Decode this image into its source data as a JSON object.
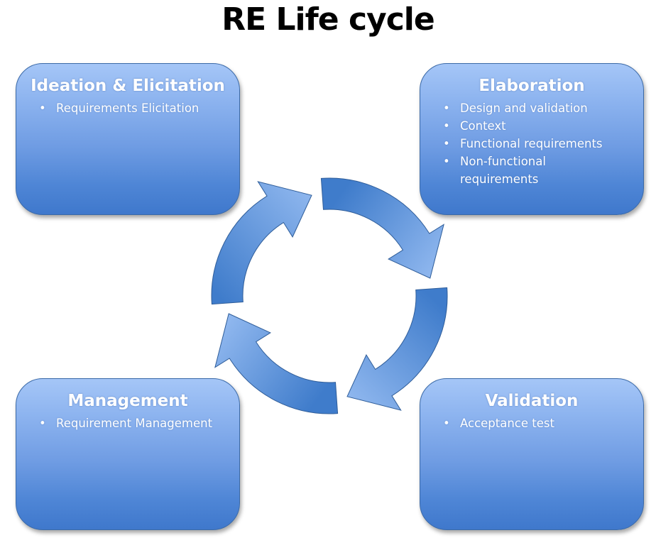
{
  "title": "RE Life cycle",
  "phases": [
    {
      "title": "Ideation & Elicitation",
      "items": [
        "Requirements Elicitation"
      ]
    },
    {
      "title": "Elaboration",
      "items": [
        "Design and validation",
        "Context",
        "Functional requirements",
        "Non-functional requirements"
      ]
    },
    {
      "title": "Management",
      "items": [
        "Requirement Management"
      ]
    },
    {
      "title": "Validation",
      "items": [
        "Acceptance test"
      ]
    }
  ],
  "cycle": {
    "arrow_count": 4,
    "direction": "clockwise",
    "colors": {
      "light": "#9ec2f5",
      "dark": "#3f7ccb",
      "stroke": "#2f5d99"
    }
  },
  "bullet_glyph": "•"
}
